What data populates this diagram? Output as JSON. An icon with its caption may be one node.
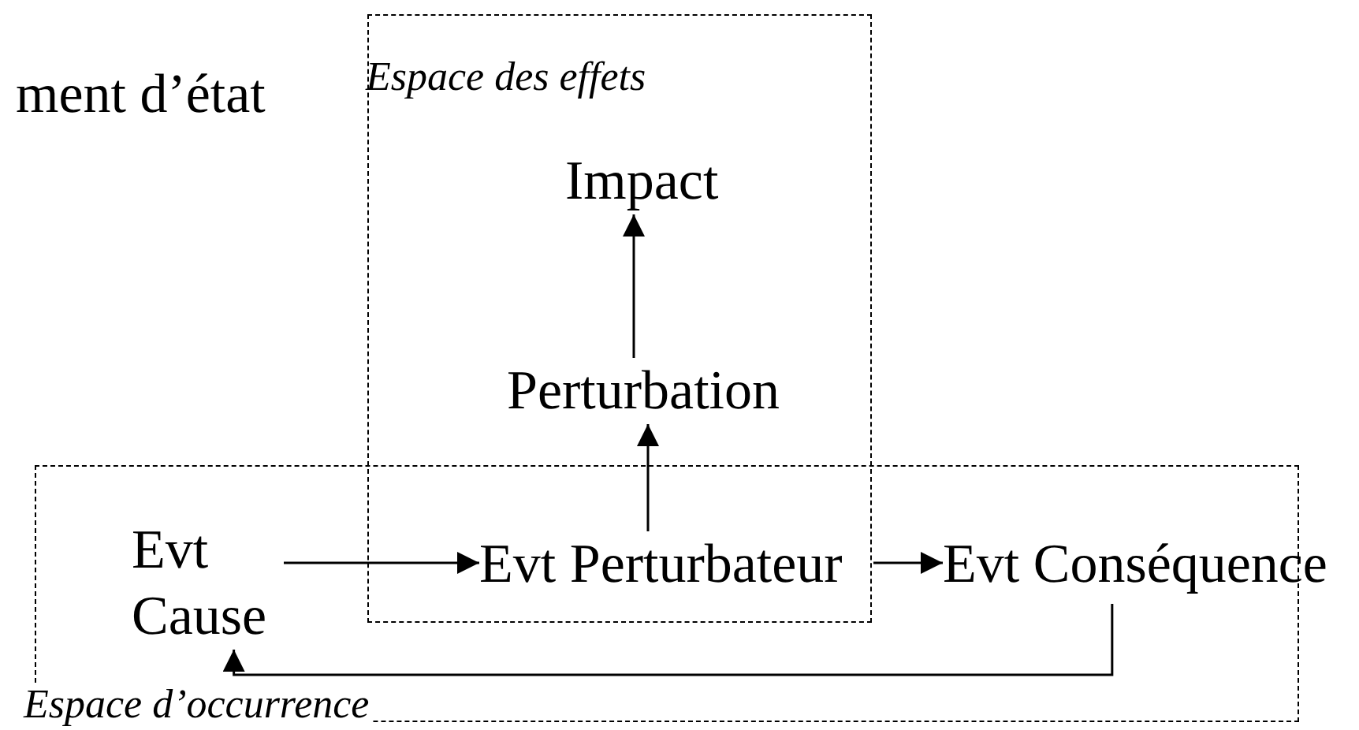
{
  "diagram": {
    "nodes": [
      {
        "text": [
          "Espace des effets"
        ]
      },
      {
        "text": [
          "Impact"
        ],
        "in": 0
      },
      {
        "text": [
          "Perturbation"
        ],
        "in": 0
      },
      {
        "text": [
          "Espace d’occurrence"
        ]
      },
      {
        "text": [
          "Evt Cause"
        ],
        "in": 3
      },
      {
        "text": [
          "Evt Perturbateur"
        ]
      },
      {
        "text": [
          "Evt Conséquence"
        ]
      }
    ],
    "edges": [
      {
        "from": 2,
        "to": 1,
        "arrow": "to"
      },
      {
        "from": 5,
        "to": 2,
        "arrow": "to"
      },
      {
        "from": 4,
        "to": 5,
        "arrow": "to"
      },
      {
        "from": 5,
        "to": 6,
        "arrow": "to"
      },
      {
        "from": 6,
        "to": 4,
        "arrow": "to"
      }
    ],
    "labels": [
      "ment d’état"
    ]
  }
}
